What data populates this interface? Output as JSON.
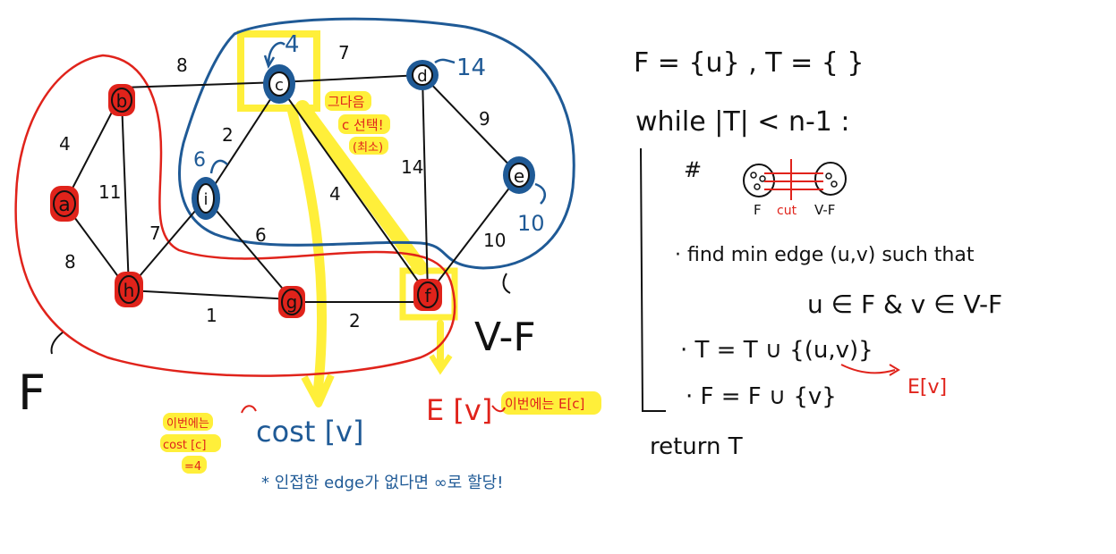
{
  "colors": {
    "ink": "#111111",
    "red": "#e0231b",
    "blue": "#1f5a96",
    "yellow": "#ffef3a",
    "white": "#ffffff"
  },
  "graph": {
    "nodes": [
      {
        "id": "a",
        "label": "a",
        "in_F": true
      },
      {
        "id": "b",
        "label": "b",
        "in_F": true
      },
      {
        "id": "c",
        "label": "c",
        "in_F": false
      },
      {
        "id": "d",
        "label": "d",
        "in_F": false
      },
      {
        "id": "e",
        "label": "e",
        "in_F": false
      },
      {
        "id": "f",
        "label": "f",
        "in_F": true
      },
      {
        "id": "g",
        "label": "g",
        "in_F": true
      },
      {
        "id": "h",
        "label": "h",
        "in_F": true
      },
      {
        "id": "i",
        "label": "i",
        "in_F": false
      }
    ],
    "edges": [
      {
        "from": "a",
        "to": "b",
        "weight": "4"
      },
      {
        "from": "a",
        "to": "h",
        "weight": "8"
      },
      {
        "from": "b",
        "to": "h",
        "weight": "11"
      },
      {
        "from": "b",
        "to": "c",
        "weight": "8"
      },
      {
        "from": "h",
        "to": "i",
        "weight": "7"
      },
      {
        "from": "h",
        "to": "g",
        "weight": "1"
      },
      {
        "from": "i",
        "to": "c",
        "weight": "2"
      },
      {
        "from": "i",
        "to": "g",
        "weight": "6"
      },
      {
        "from": "c",
        "to": "d",
        "weight": "7"
      },
      {
        "from": "c",
        "to": "f",
        "weight": "4"
      },
      {
        "from": "d",
        "to": "f",
        "weight": "14"
      },
      {
        "from": "d",
        "to": "e",
        "weight": "9"
      },
      {
        "from": "e",
        "to": "f",
        "weight": "10"
      },
      {
        "from": "g",
        "to": "f",
        "weight": "2"
      }
    ],
    "costs": [
      {
        "node": "c",
        "value": "4"
      },
      {
        "node": "d",
        "value": "14"
      },
      {
        "node": "i",
        "value": "6"
      },
      {
        "node": "e",
        "value": "10"
      }
    ],
    "set_F_label": "F",
    "set_VF_label": "V-F"
  },
  "annotations": {
    "next_pick_line1": "그다음",
    "next_pick_line2": "c 선택!",
    "next_pick_line3": "(최소)",
    "cost_label": "cost [v]",
    "cost_note_line1": "이번에는",
    "cost_note_line2": "cost [c]",
    "cost_note_line3": "=4",
    "edge_label": "E [v]",
    "edge_note": "이번에는 E[c]",
    "infinity_note": "* 인접한 edge가 없다면 ∞로 할당!"
  },
  "algorithm": {
    "init_line": "F = {u} ,  T = { }",
    "while_line": "while |T| < n-1 :",
    "comment_hash": "#",
    "cut_F": "F",
    "cut_label": "cut",
    "cut_VF": "V-F",
    "step1_a": "· find min edge (u,v) such that",
    "step1_b": "u ∈ F & v ∈ V-F",
    "step2": "· T = T ∪ {(u,v)}",
    "step2_note": "E[v]",
    "step3": "· F = F ∪ {v}",
    "return_line": "return T"
  }
}
